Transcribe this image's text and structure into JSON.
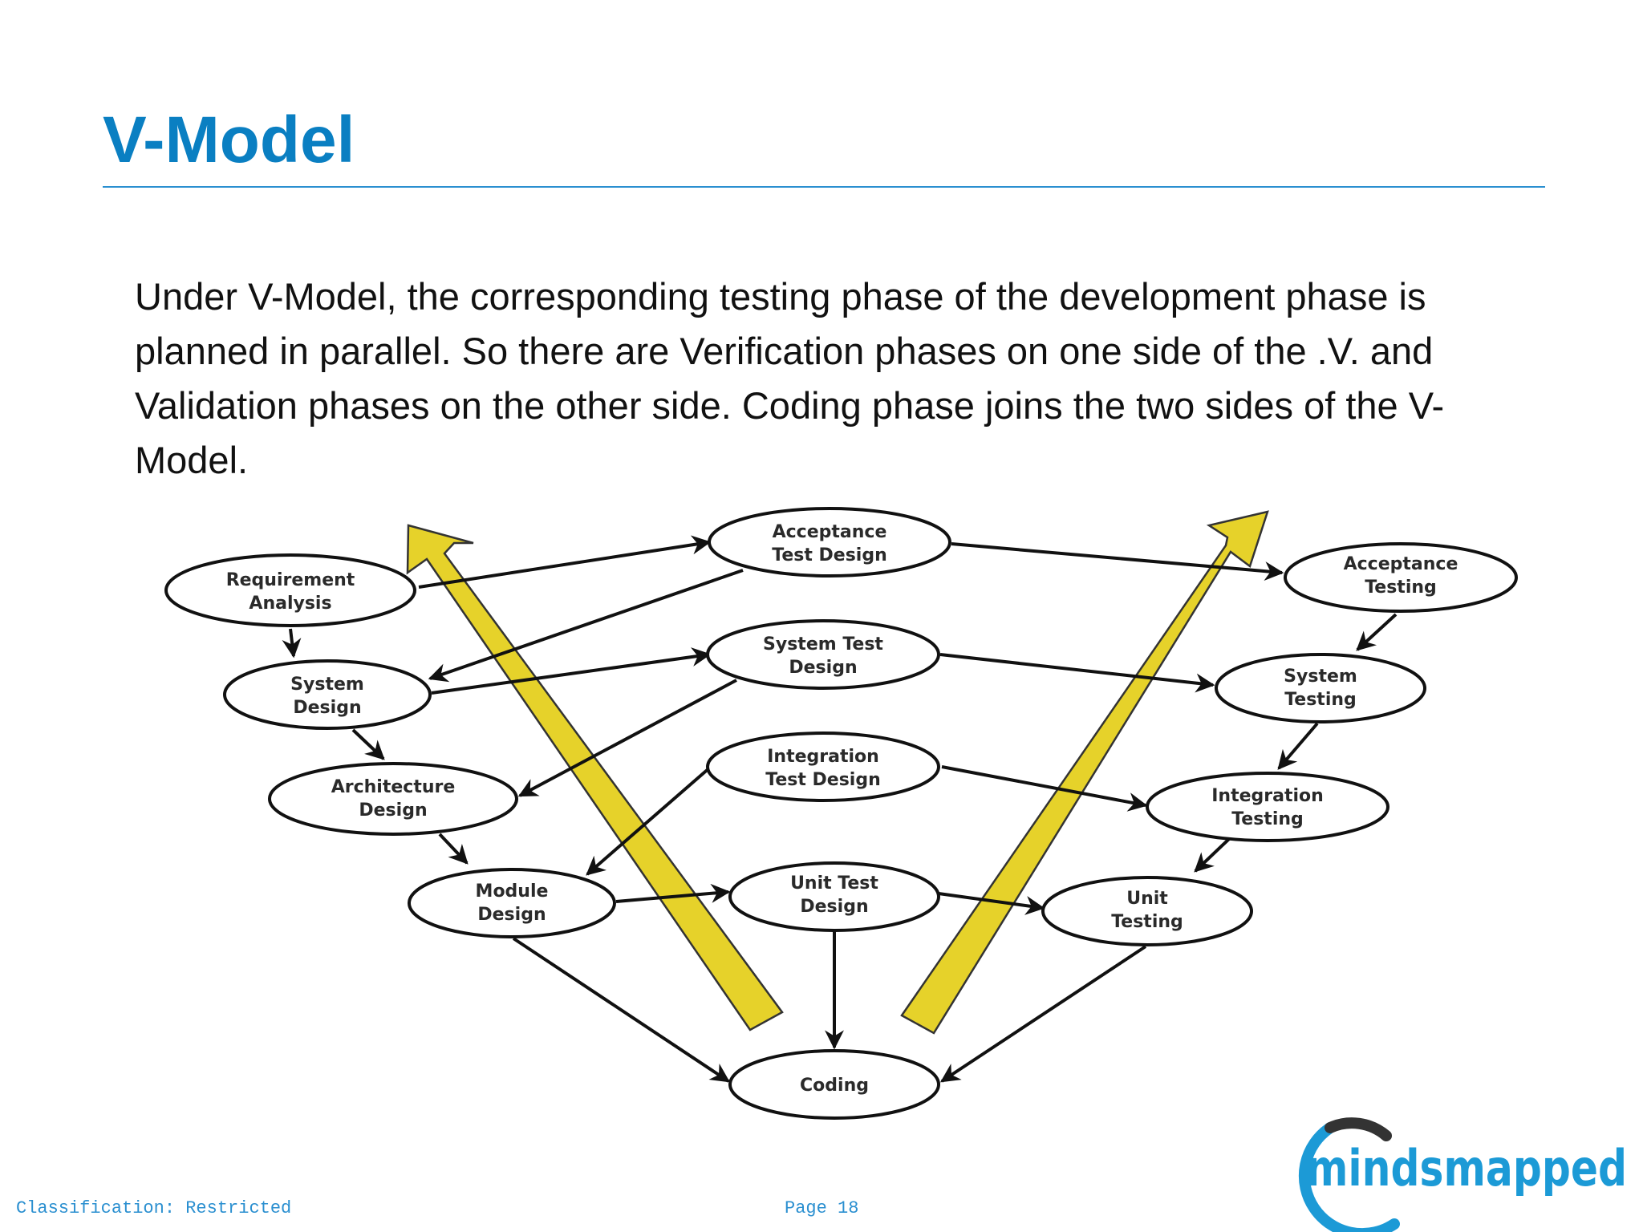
{
  "slide": {
    "title": "V-Model",
    "body": "Under V-Model, the corresponding testing phase of the development phase is planned in parallel. So there are Verification phases on one side of the .V. and Validation phases on the other side. Coding phase joins the two sides of the V-Model.",
    "title_color": "#0a7fc2"
  },
  "diagram": {
    "nodes": {
      "requirement_analysis": [
        "Requirement",
        "Analysis"
      ],
      "system_design": [
        "System",
        "Design"
      ],
      "architecture_design": [
        "Architecture",
        "Design"
      ],
      "module_design": [
        "Module",
        "Design"
      ],
      "acceptance_test_design": [
        "Acceptance",
        "Test Design"
      ],
      "system_test_design": [
        "System Test",
        "Design"
      ],
      "integration_test_design": [
        "Integration",
        "Test Design"
      ],
      "unit_test_design": [
        "Unit Test",
        "Design"
      ],
      "acceptance_testing": [
        "Acceptance",
        "Testing"
      ],
      "system_testing": [
        "System",
        "Testing"
      ],
      "integration_testing": [
        "Integration",
        "Testing"
      ],
      "unit_testing": [
        "Unit",
        "Testing"
      ],
      "coding": [
        "Coding"
      ]
    },
    "arrow_color": "#e6d22a"
  },
  "footer": {
    "classification": "Classification: Restricted",
    "page": "Page 18"
  },
  "logo": {
    "text": "mindsmapped",
    "ring_color": "#1c9ad6"
  }
}
